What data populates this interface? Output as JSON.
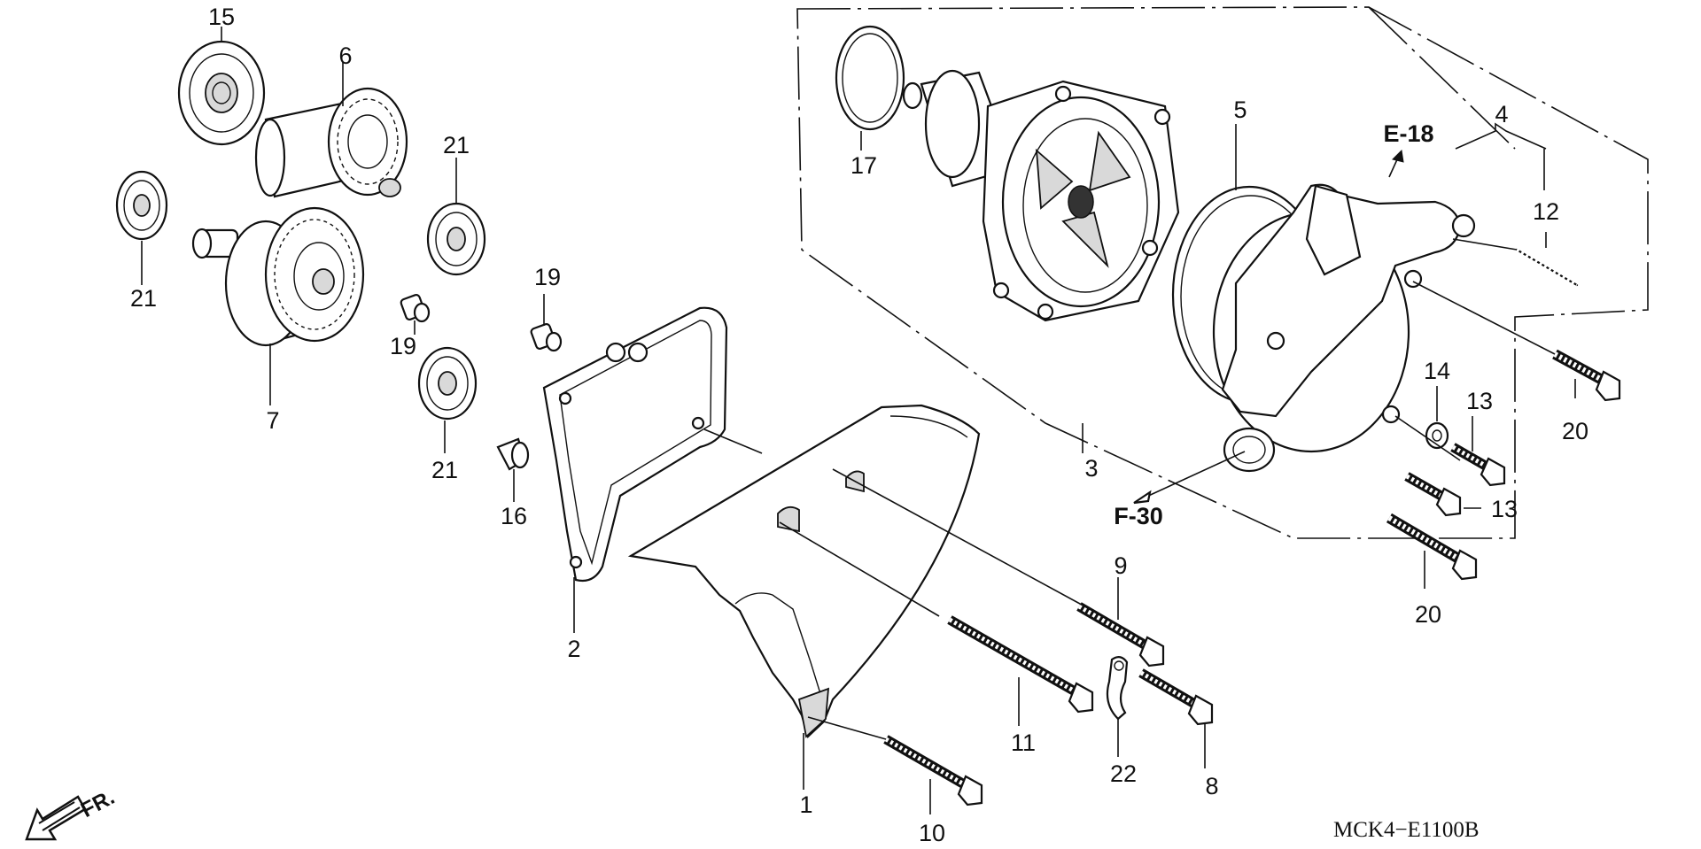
{
  "diagram": {
    "part_labels": [
      "1",
      "2",
      "3",
      "4",
      "5",
      "6",
      "7",
      "8",
      "9",
      "10",
      "11",
      "12",
      "13",
      "13",
      "14",
      "15",
      "16",
      "17",
      "19",
      "19",
      "20",
      "20",
      "21",
      "21",
      "21",
      "22"
    ],
    "references": [
      "E-18",
      "F-30"
    ],
    "diagram_code": "MCK4−E1100B",
    "direction_label": "FR."
  }
}
